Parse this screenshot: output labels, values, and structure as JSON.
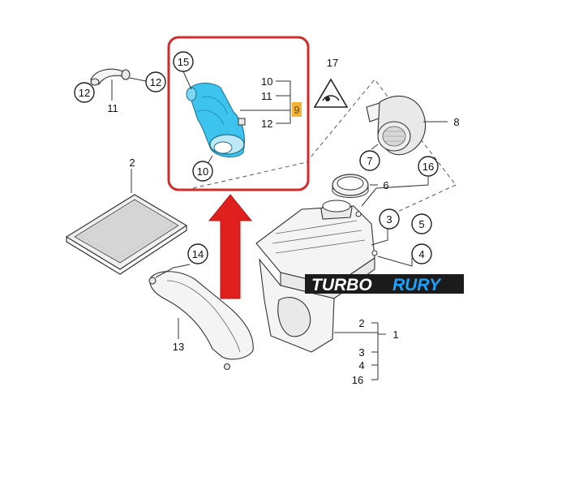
{
  "labels": {
    "l15": "15",
    "l12a": "12",
    "l12b": "12",
    "l10a": "10",
    "l11a": "11",
    "l9": "9",
    "l12c": "12",
    "l10b": "10",
    "l11b": "11",
    "l17": "17",
    "l8": "8",
    "l7": "7",
    "l16a": "16",
    "l6": "6",
    "l2a": "2",
    "l3a": "3",
    "l5": "5",
    "l4a": "4",
    "l14": "14",
    "l13": "13",
    "l2b": "2",
    "l1": "1",
    "l3b": "3",
    "l4b": "4",
    "l16b": "16"
  },
  "watermark": {
    "part1": "TURBO",
    "part2": "RURY"
  },
  "colors": {
    "highlight_frame": "#d12b2b",
    "highlight_part": "#3cc3ee",
    "arrow": "#e0201f",
    "callout_9_bg": "#f5b335",
    "watermark_blue": "#1aa3ff",
    "watermark_bg": "#1b1b1b"
  }
}
